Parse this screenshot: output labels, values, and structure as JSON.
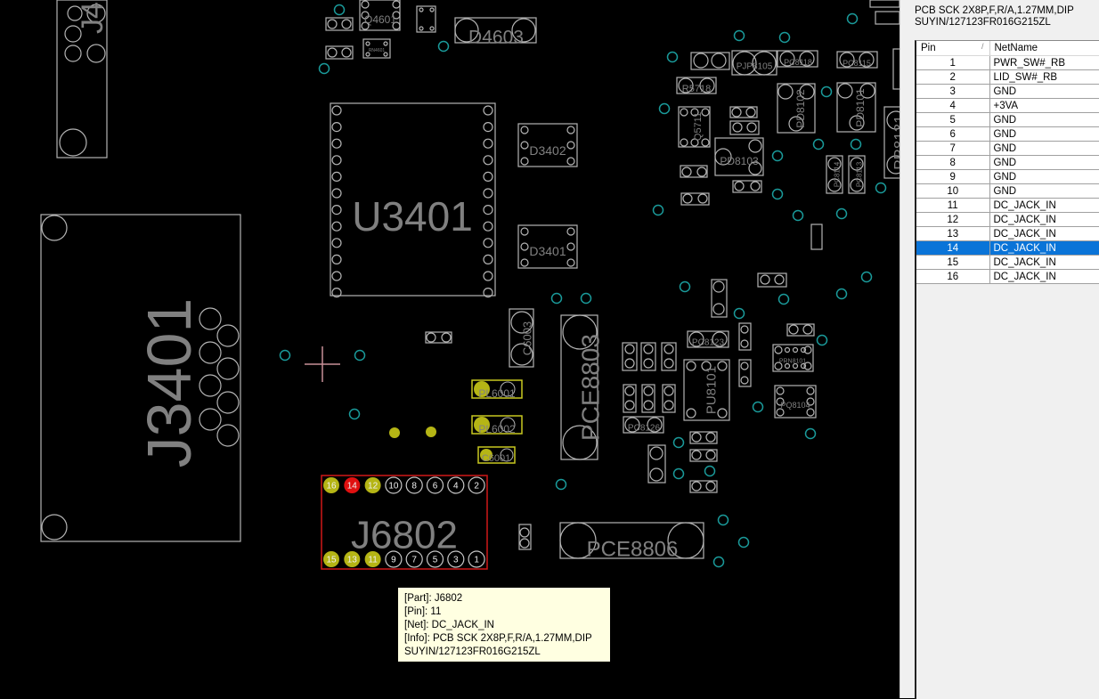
{
  "board": {
    "components": [
      {
        "ref": "J3401"
      },
      {
        "ref": "U3401"
      },
      {
        "ref": "D3402"
      },
      {
        "ref": "D3401"
      },
      {
        "ref": "D4603"
      },
      {
        "ref": "Q4601"
      },
      {
        "ref": "J6802"
      },
      {
        "ref": "PCE8803"
      },
      {
        "ref": "PCE8806"
      },
      {
        "ref": "PL6001"
      },
      {
        "ref": "PL6002"
      },
      {
        "ref": "C6001"
      },
      {
        "ref": "C6003"
      },
      {
        "ref": "PU8101"
      },
      {
        "ref": "PD8103"
      },
      {
        "ref": "PD8102"
      },
      {
        "ref": "PD8101"
      },
      {
        "ref": "PR8131"
      },
      {
        "ref": "PQ8104"
      },
      {
        "ref": "PRN8101"
      },
      {
        "ref": "PC8123"
      },
      {
        "ref": "PC8126"
      },
      {
        "ref": "PJP8105"
      },
      {
        "ref": "PC8118"
      },
      {
        "ref": "PC8115"
      },
      {
        "ref": "R5718"
      },
      {
        "ref": "Q5711"
      },
      {
        "ref": "PC8114"
      },
      {
        "ref": "PC8113"
      },
      {
        "ref": "RN4601"
      },
      {
        "ref": "J4"
      }
    ],
    "connector": {
      "ref": "J6802",
      "top_row": [
        "16",
        "14",
        "12",
        "10",
        "8",
        "6",
        "4",
        "2"
      ],
      "bottom_row": [
        "15",
        "13",
        "11",
        "9",
        "7",
        "5",
        "3",
        "1"
      ],
      "highlight_color": "#b5b515",
      "selected_color": "#e01010"
    }
  },
  "tooltip": {
    "part": "[Part]: J6802",
    "pin": "[Pin]: 11",
    "net": "[Net]: DC_JACK_IN",
    "info": "[Info]: PCB SCK 2X8P,F,R/A,1.27MM,DIP",
    "info2": "SUYIN/127123FR016G215ZL"
  },
  "panel": {
    "description_line1": "PCB SCK 2X8P,F,R/A,1.27MM,DIP",
    "description_line2": "SUYIN/127123FR016G215ZL",
    "columns": {
      "pin": "Pin",
      "net": "NetName",
      "sort_glyph": "/"
    },
    "selected_pin": "14",
    "rows": [
      {
        "pin": "1",
        "net": "PWR_SW#_RB"
      },
      {
        "pin": "2",
        "net": "LID_SW#_RB"
      },
      {
        "pin": "3",
        "net": "GND"
      },
      {
        "pin": "4",
        "net": "+3VA"
      },
      {
        "pin": "5",
        "net": "GND"
      },
      {
        "pin": "6",
        "net": "GND"
      },
      {
        "pin": "7",
        "net": "GND"
      },
      {
        "pin": "8",
        "net": "GND"
      },
      {
        "pin": "9",
        "net": "GND"
      },
      {
        "pin": "10",
        "net": "GND"
      },
      {
        "pin": "11",
        "net": "DC_JACK_IN"
      },
      {
        "pin": "12",
        "net": "DC_JACK_IN"
      },
      {
        "pin": "13",
        "net": "DC_JACK_IN"
      },
      {
        "pin": "14",
        "net": "DC_JACK_IN"
      },
      {
        "pin": "15",
        "net": "DC_JACK_IN"
      },
      {
        "pin": "16",
        "net": "DC_JACK_IN"
      }
    ]
  }
}
